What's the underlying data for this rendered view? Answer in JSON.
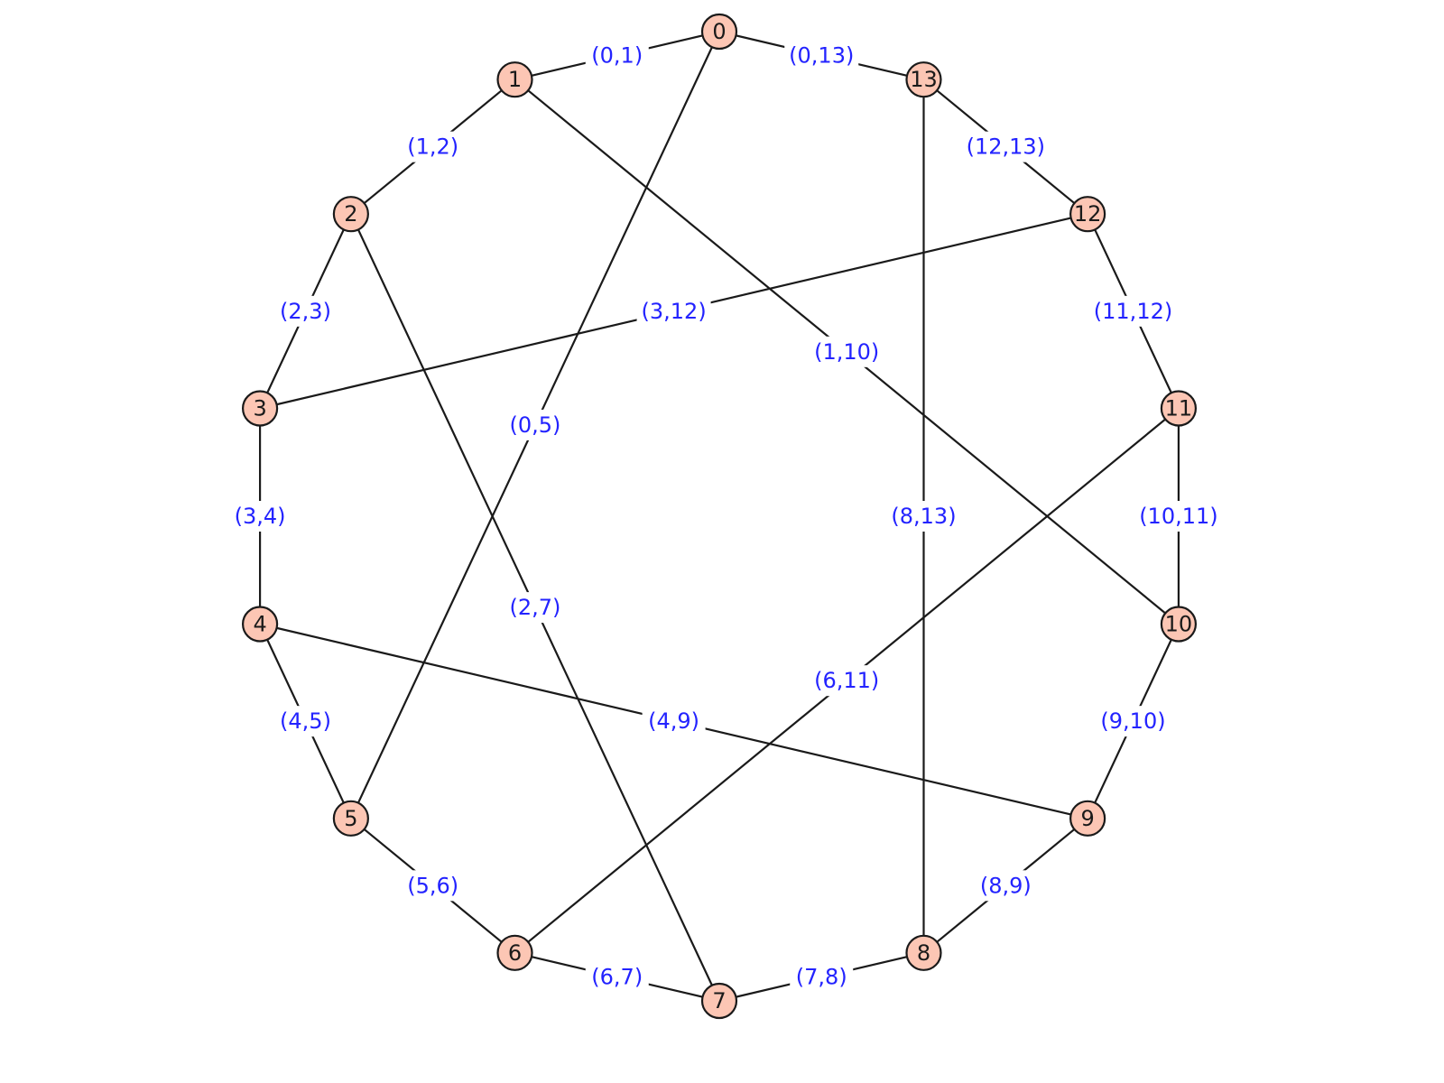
{
  "graph": {
    "vertices": [
      "0",
      "1",
      "2",
      "3",
      "4",
      "5",
      "6",
      "7",
      "8",
      "9",
      "10",
      "11",
      "12",
      "13"
    ],
    "edges": [
      {
        "source": 0,
        "target": 1,
        "label": "(0,1)"
      },
      {
        "source": 0,
        "target": 13,
        "label": "(0,13)"
      },
      {
        "source": 1,
        "target": 2,
        "label": "(1,2)"
      },
      {
        "source": 12,
        "target": 13,
        "label": "(12,13)"
      },
      {
        "source": 2,
        "target": 3,
        "label": "(2,3)"
      },
      {
        "source": 11,
        "target": 12,
        "label": "(11,12)"
      },
      {
        "source": 3,
        "target": 12,
        "label": "(3,12)"
      },
      {
        "source": 1,
        "target": 10,
        "label": "(1,10)"
      },
      {
        "source": 0,
        "target": 5,
        "label": "(0,5)"
      },
      {
        "source": 3,
        "target": 4,
        "label": "(3,4)"
      },
      {
        "source": 8,
        "target": 13,
        "label": "(8,13)"
      },
      {
        "source": 10,
        "target": 11,
        "label": "(10,11)"
      },
      {
        "source": 2,
        "target": 7,
        "label": "(2,7)"
      },
      {
        "source": 6,
        "target": 11,
        "label": "(6,11)"
      },
      {
        "source": 4,
        "target": 5,
        "label": "(4,5)"
      },
      {
        "source": 4,
        "target": 9,
        "label": "(4,9)"
      },
      {
        "source": 9,
        "target": 10,
        "label": "(9,10)"
      },
      {
        "source": 5,
        "target": 6,
        "label": "(5,6)"
      },
      {
        "source": 8,
        "target": 9,
        "label": "(8,9)"
      },
      {
        "source": 6,
        "target": 7,
        "label": "(6,7)"
      },
      {
        "source": 7,
        "target": 8,
        "label": "(7,8)"
      }
    ]
  },
  "colors": {
    "vertex_fill": "#fcc6b4",
    "vertex_stroke": "#1a1a1a",
    "edge": "#1a1a1a",
    "edge_label": "#2323ff"
  }
}
